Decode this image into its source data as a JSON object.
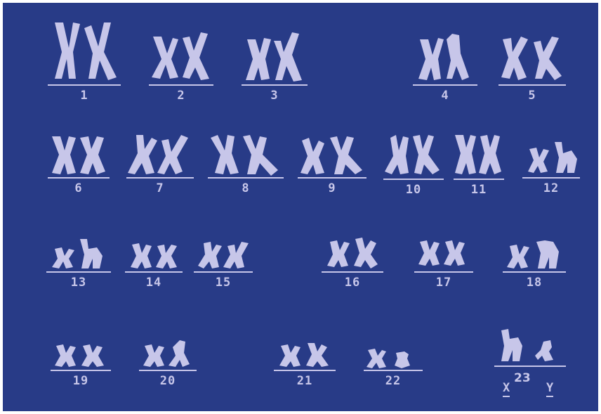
{
  "karyotype": {
    "pairs": [
      {
        "label": "1"
      },
      {
        "label": "2"
      },
      {
        "label": "3"
      },
      {
        "label": "4"
      },
      {
        "label": "5"
      },
      {
        "label": "6"
      },
      {
        "label": "7"
      },
      {
        "label": "8"
      },
      {
        "label": "9"
      },
      {
        "label": "10"
      },
      {
        "label": "11"
      },
      {
        "label": "12"
      },
      {
        "label": "13"
      },
      {
        "label": "14"
      },
      {
        "label": "15"
      },
      {
        "label": "16"
      },
      {
        "label": "17"
      },
      {
        "label": "18"
      },
      {
        "label": "19"
      },
      {
        "label": "20"
      },
      {
        "label": "21"
      },
      {
        "label": "22"
      }
    ],
    "sex": {
      "x_label": "X",
      "number": "23",
      "y_label": "Y"
    }
  },
  "colors": {
    "background": "#283b87",
    "chromosome": "#c7c6e9"
  }
}
